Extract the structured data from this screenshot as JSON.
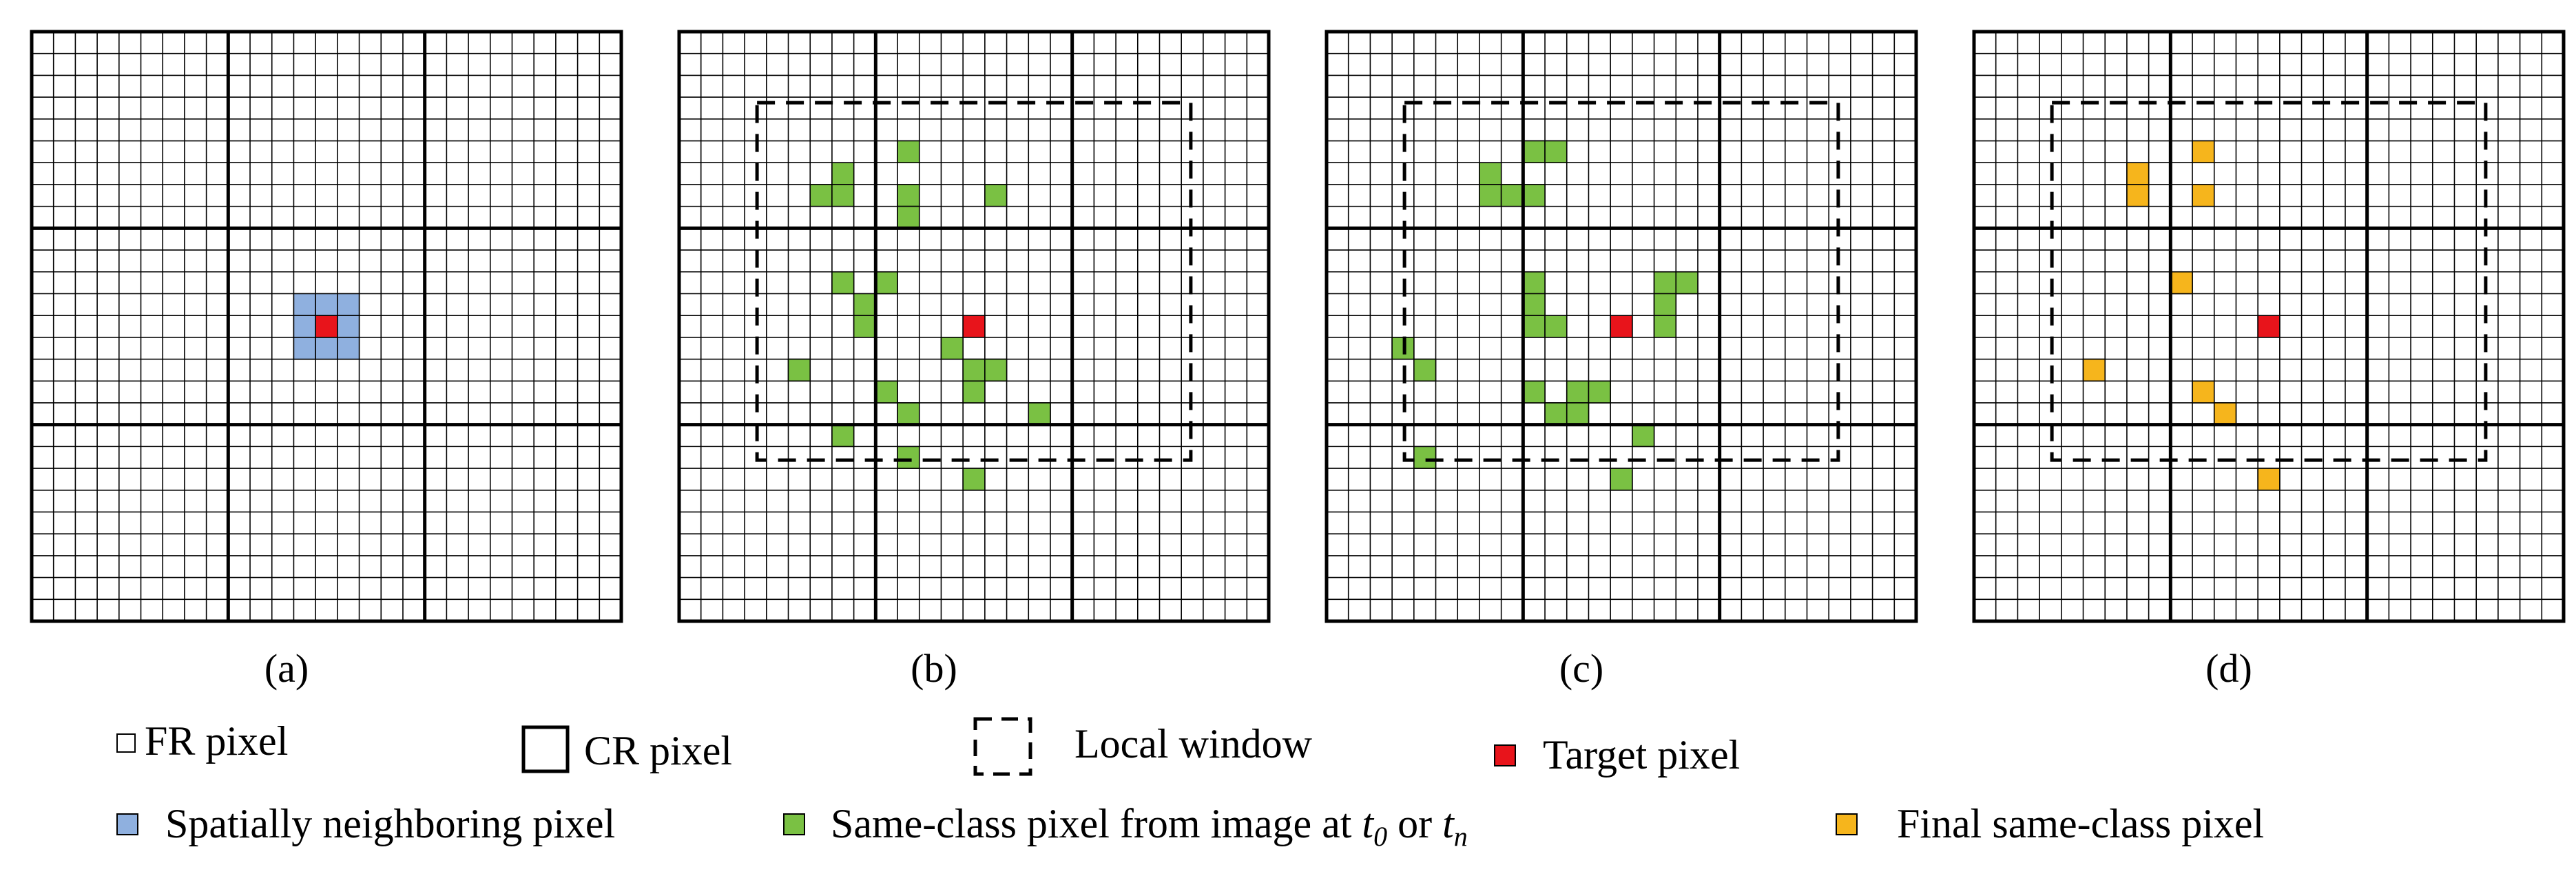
{
  "panels": [
    {
      "caption": "(a)",
      "window": false,
      "target": [
        13,
        13
      ],
      "neighbors": [
        [
          12,
          12
        ],
        [
          13,
          12
        ],
        [
          14,
          12
        ],
        [
          12,
          13
        ],
        [
          14,
          13
        ],
        [
          12,
          14
        ],
        [
          13,
          14
        ],
        [
          14,
          14
        ]
      ],
      "same_class": [],
      "final": []
    },
    {
      "caption": "(b)",
      "window": true,
      "target": [
        13,
        13
      ],
      "neighbors": [],
      "same_class": [
        [
          7,
          6
        ],
        [
          6,
          7
        ],
        [
          7,
          7
        ],
        [
          10,
          5
        ],
        [
          10,
          7
        ],
        [
          10,
          8
        ],
        [
          14,
          7
        ],
        [
          7,
          11
        ],
        [
          9,
          11
        ],
        [
          8,
          12
        ],
        [
          8,
          13
        ],
        [
          5,
          15
        ],
        [
          12,
          14
        ],
        [
          13,
          15
        ],
        [
          13,
          16
        ],
        [
          14,
          15
        ],
        [
          9,
          16
        ],
        [
          10,
          17
        ],
        [
          16,
          17
        ],
        [
          7,
          18
        ],
        [
          10,
          19
        ],
        [
          13,
          20
        ]
      ],
      "final": []
    },
    {
      "caption": "(c)",
      "window": true,
      "target": [
        13,
        13
      ],
      "neighbors": [],
      "same_class": [
        [
          7,
          6
        ],
        [
          7,
          7
        ],
        [
          8,
          7
        ],
        [
          9,
          5
        ],
        [
          10,
          5
        ],
        [
          9,
          7
        ],
        [
          9,
          11
        ],
        [
          9,
          12
        ],
        [
          9,
          13
        ],
        [
          10,
          13
        ],
        [
          15,
          11
        ],
        [
          16,
          11
        ],
        [
          15,
          12
        ],
        [
          15,
          13
        ],
        [
          3,
          14
        ],
        [
          4,
          15
        ],
        [
          9,
          16
        ],
        [
          11,
          16
        ],
        [
          12,
          16
        ],
        [
          10,
          17
        ],
        [
          11,
          17
        ],
        [
          14,
          18
        ],
        [
          4,
          19
        ],
        [
          13,
          20
        ]
      ],
      "final": []
    },
    {
      "caption": "(d)",
      "window": true,
      "target": [
        13,
        13
      ],
      "neighbors": [],
      "same_class": [],
      "final": [
        [
          7,
          6
        ],
        [
          7,
          7
        ],
        [
          10,
          5
        ],
        [
          10,
          7
        ],
        [
          9,
          11
        ],
        [
          5,
          15
        ],
        [
          10,
          16
        ],
        [
          11,
          17
        ],
        [
          13,
          20
        ]
      ]
    }
  ],
  "legend": {
    "fr_pixel": "FR pixel",
    "cr_pixel": "CR pixel",
    "local_window": "Local window",
    "target_pixel": "Target pixel",
    "neighbor_pixel": "Spatially neighboring pixel",
    "same_class_prefix": "Same-class pixel from image at ",
    "t0_base": "t",
    "t0_sub": "0",
    "or_word": " or ",
    "tn_base": "t",
    "tn_sub": "n",
    "final_pixel": "Final same-class pixel"
  },
  "colors": {
    "target": "#e8141b",
    "neighbor": "#8fb0df",
    "same_class": "#7ac143",
    "final": "#f6b51c"
  }
}
